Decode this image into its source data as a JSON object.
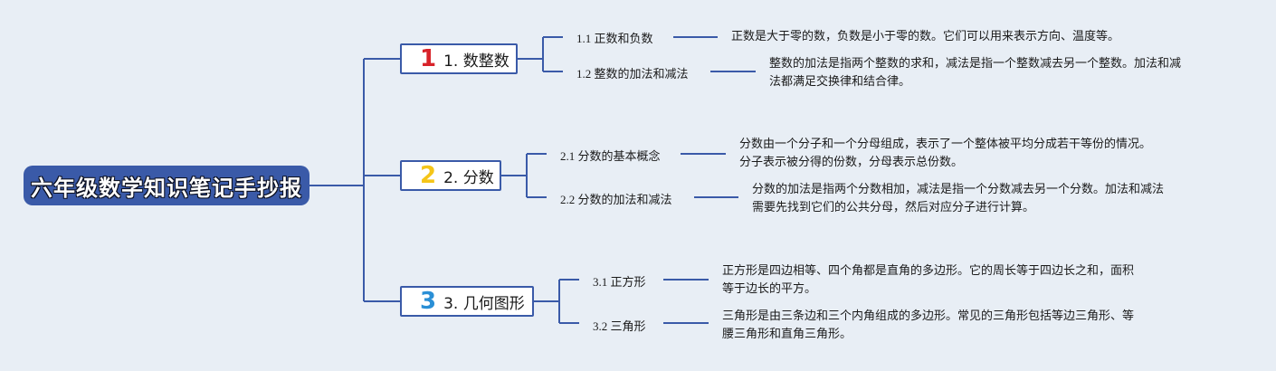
{
  "title": "六年级数学知识笔记手抄报",
  "colors": {
    "line": "#3a5aa8",
    "num1": "#d8232a",
    "num2": "#f5c518",
    "num3": "#2a8fd6"
  },
  "branches": [
    {
      "num": "1",
      "label": "1. 数整数",
      "subs": [
        {
          "label": "1.1 正数和负数",
          "desc": [
            "正数是大于零的数，负数是小于零的数。它们可以用来表示方向、温度等。"
          ]
        },
        {
          "label": "1.2 整数的加法和减法",
          "desc": [
            "整数的加法是指两个整数的求和，减法是指一个整数减去另一个整数。加法和减",
            "法都满足交换律和结合律。"
          ]
        }
      ]
    },
    {
      "num": "2",
      "label": "2. 分数",
      "subs": [
        {
          "label": "2.1 分数的基本概念",
          "desc": [
            "分数由一个分子和一个分母组成，表示了一个整体被平均分成若干等份的情况。",
            "分子表示被分得的份数，分母表示总份数。"
          ]
        },
        {
          "label": "2.2 分数的加法和减法",
          "desc": [
            "分数的加法是指两个分数相加，减法是指一个分数减去另一个分数。加法和减法",
            "需要先找到它们的公共分母，然后对应分子进行计算。"
          ]
        }
      ]
    },
    {
      "num": "3",
      "label": "3. 几何图形",
      "subs": [
        {
          "label": "3.1 正方形",
          "desc": [
            "正方形是四边相等、四个角都是直角的多边形。它的周长等于四边长之和，面积",
            "等于边长的平方。"
          ]
        },
        {
          "label": "3.2 三角形",
          "desc": [
            "三角形是由三条边和三个内角组成的多边形。常见的三角形包括等边三角形、等",
            "腰三角形和直角三角形。"
          ]
        }
      ]
    }
  ]
}
